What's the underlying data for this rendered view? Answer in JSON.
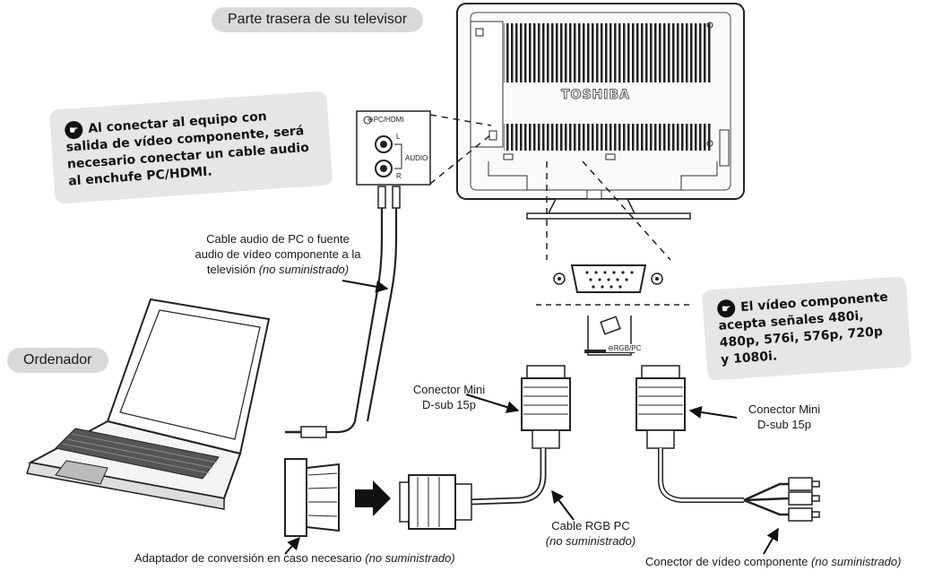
{
  "header_label": "Parte trasera de su televisor",
  "computer_label": "Ordenador",
  "tv_brand": "TOSHIBA",
  "pc_hdmi_panel": {
    "title": "PC/HDMI",
    "left": "L",
    "audio": "AUDIO",
    "right": "R"
  },
  "rgb_pc_port_label": "RGB/PC",
  "notes": {
    "audio": "Al conectar al equipo con salida de vídeo componente, será necesario conectar un cable audio al enchufe PC/HDMI.",
    "component": "El vídeo componente acepta señales 480i, 480p, 576i, 576p, 720p y 1080i."
  },
  "labels": {
    "audio_cable_line1": "Cable audio de PC o fuente",
    "audio_cable_line2": "audio de vídeo componente a la",
    "audio_cable_line3": "televisión",
    "audio_cable_italic": "(no suministrado)",
    "mini_dsub_left_line1": "Conector Mini",
    "mini_dsub_left_line2": "D-sub 15p",
    "mini_dsub_right_line1": "Conector Mini",
    "mini_dsub_right_line2": "D-sub 15p",
    "rgb_cable": "Cable RGB PC",
    "rgb_cable_italic": "(no suministrado)",
    "adapter": "Adaptador de conversión en caso necesario",
    "adapter_italic": "(no suministrado)",
    "component_connector": "Conector de vídeo componente",
    "component_connector_italic": "(no suministrado)"
  }
}
